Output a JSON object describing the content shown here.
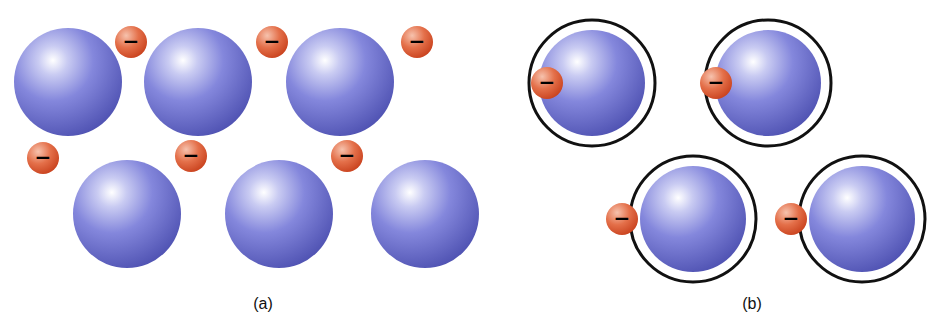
{
  "diagram": {
    "nodes": [
      {
        "text": [
          "−"
        ]
      },
      {
        "text": [
          "−"
        ]
      },
      {
        "text": [
          "−"
        ]
      },
      {
        "text": [
          "−"
        ]
      },
      {
        "text": [
          "−"
        ]
      },
      {
        "text": [
          "−"
        ]
      },
      {
        "text": [
          "−"
        ]
      },
      {
        "text": [
          "−"
        ]
      },
      {
        "text": [
          "−"
        ]
      },
      {
        "text": [
          "−"
        ]
      }
    ],
    "labels": [
      "(a)",
      "(b)"
    ]
  }
}
